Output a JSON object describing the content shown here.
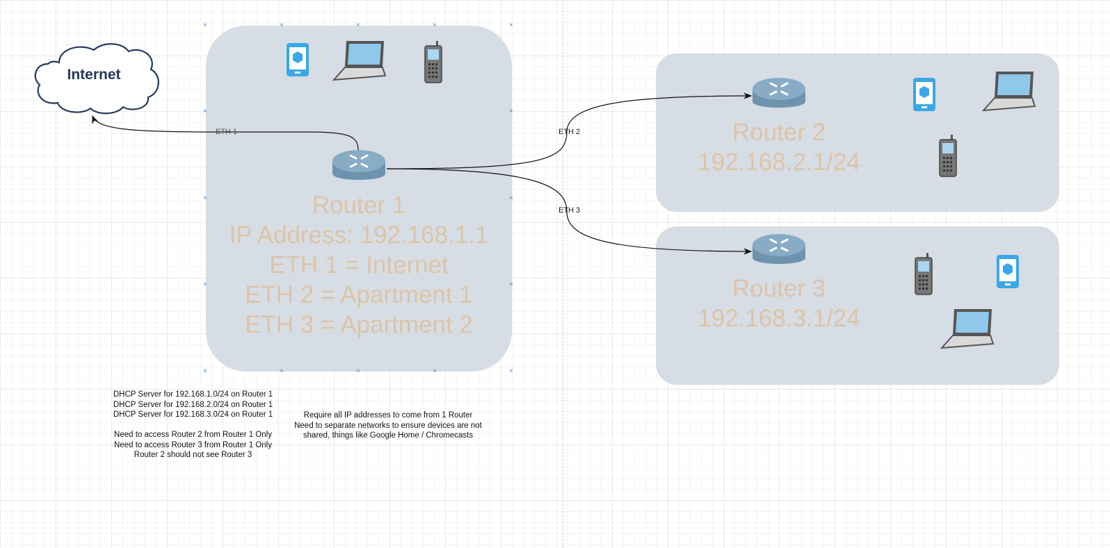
{
  "cloud": {
    "label": "Internet"
  },
  "router1": {
    "label": "Router 1\nIP Address: 192.168.1.1\nETH 1 = Internet\nETH 2 = Apartment 1\nETH 3 = Apartment 2"
  },
  "router2": {
    "label": "Router 2\n192.168.2.1/24"
  },
  "router3": {
    "label": "Router 3\n192.168.3.1/24"
  },
  "edges": {
    "eth1": "ETH 1",
    "eth2": "ETH 2",
    "eth3": "ETH 3"
  },
  "notes": {
    "left": "DHCP Server for 192.168.1.0/24 on Router 1\nDHCP Server for 192.168.2.0/24 on Router 1\nDHCP Server for 192.168.3.0/24 on Router 1\n\nNeed to access Router 2 from Router 1 Only\nNeed to access Router 3 from Router 1 Only\nRouter 2 should not see Router 3",
    "right": "Require all IP addresses to come from 1 Router\nNeed to separate networks to ensure devices are not shared, things like Google Home / Chromecasts"
  },
  "colors": {
    "container": "#d1d8e0",
    "label": "#dcc4a8",
    "router": "#7ea3bf",
    "tablet": "#3aa8e8",
    "cloud_text": "#23395b"
  }
}
